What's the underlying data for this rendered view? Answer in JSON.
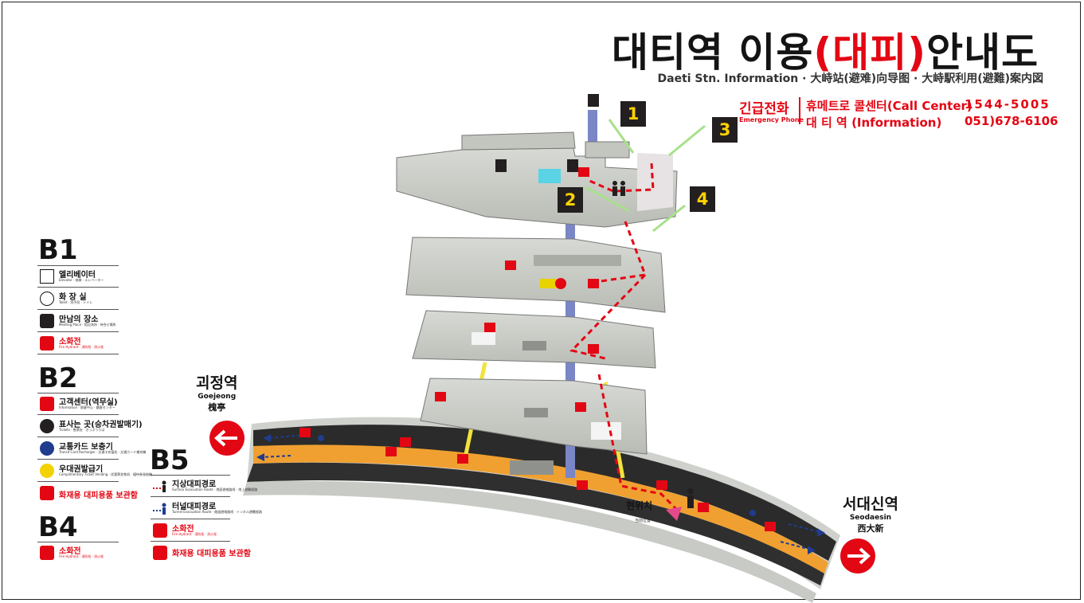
{
  "title": {
    "part1": "대티역 이용",
    "emphasis": "(대피)",
    "part2": "안내도"
  },
  "subtitle": "Daeti Stn. Information · 大峙站(避难)向导图 · 大峙駅利用(避難)案内図",
  "emergency": {
    "label_ko": "긴급전화",
    "label_en": "Emergency Phone",
    "row1_name": "휴메트로 콜센터(Call Center)",
    "row1_number": "1544-5005",
    "row2_name": "대 티 역 (Information)",
    "row2_number": "051)678-6106"
  },
  "legend": {
    "b1": {
      "level": "B1",
      "items": [
        {
          "icon": "elevator-icon",
          "name": "엘리베이터",
          "sub": "Elevator · 电梯 · エレベーター"
        },
        {
          "icon": "toilet-icon",
          "name": "화 장 실",
          "sub": "Toilet · 洗手间 · トイレ"
        },
        {
          "icon": "meeting-place-icon",
          "name": "만남의 장소",
          "sub": "Meeting Place · 相见场所 · 待合せ場所"
        },
        {
          "icon": "fire-hydrant-icon",
          "name": "소화전",
          "sub": "Fire Hydrant · 消防栓 · 消火栓"
        }
      ]
    },
    "b2": {
      "level": "B2",
      "items": [
        {
          "icon": "information-icon",
          "name": "고객센터(역무실)",
          "sub": "Information · 顾客中心 · 顧客センター"
        },
        {
          "icon": "ticket-machine-icon",
          "name": "표사는 곳(승차권발매기)",
          "sub": "Tickets · 售票处 · きっぷうりば"
        },
        {
          "icon": "transit-card-icon",
          "name": "교통카드 보충기",
          "sub": "Transit Card Recharger · 交通卡充值机 · 交通カード補充機"
        },
        {
          "icon": "free-ticket-icon",
          "name": "우대권발급기",
          "sub": "Complimentary Ticket Vending · 优惠票发售机 · 優待券発給機"
        },
        {
          "icon": "emergency-kit-icon",
          "name": "화재용 대피용품 보관함",
          "sub": ""
        }
      ]
    },
    "b4": {
      "level": "B4",
      "items": [
        {
          "icon": "fire-hydrant-icon",
          "name": "소화전",
          "sub": "Fire Hydrant · 消防栓 · 消火栓"
        }
      ]
    },
    "b5": {
      "level": "B5",
      "items": [
        {
          "icon": "surface-evacuation-icon",
          "name": "지상대피경로",
          "sub": "Surface Evacuation Route · 地面避难路线 · 地上避難経路"
        },
        {
          "icon": "tunnel-evacuation-icon",
          "name": "터널대피경로",
          "sub": "Tunnel Evacuation Route · 隧道避难路线 · トンネル避難経路"
        },
        {
          "icon": "fire-hydrant-icon",
          "name": "소화전",
          "sub": "Fire Hydrant · 消防栓 · 消火栓"
        },
        {
          "icon": "emergency-kit-icon",
          "name": "화재용 대피용품 보관함",
          "sub": ""
        }
      ]
    }
  },
  "stations": {
    "left": {
      "ko": "괴정역",
      "en": "Goejeong",
      "cn": "槐亭"
    },
    "right": {
      "ko": "서대신역",
      "en": "Seodaesin",
      "cn": "西大新"
    }
  },
  "exits": [
    "1",
    "2",
    "3",
    "4"
  ],
  "you_are_here": {
    "ko": "현위치",
    "en": "You Are Here",
    "cn": "当前位置 · 現在地"
  },
  "colors": {
    "accent_red": "#e30613",
    "exit_badge": "#231f20",
    "exit_number": "#ffd200",
    "track_orange": "#f0a030",
    "elevator_blue": "#7b86c6",
    "route_green": "#a8e08a"
  }
}
